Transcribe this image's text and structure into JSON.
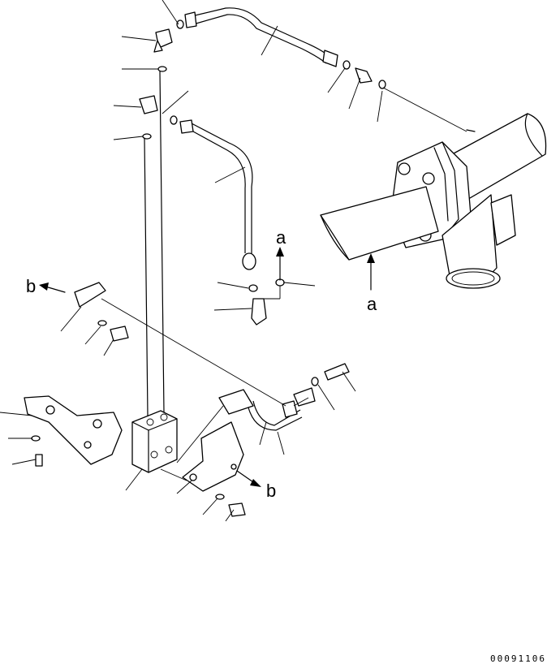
{
  "diagram": {
    "view_labels": {
      "a_top": "a",
      "a_bottom": "a",
      "b_left": "b",
      "b_right": "b"
    },
    "drawing_code": "00091106"
  }
}
